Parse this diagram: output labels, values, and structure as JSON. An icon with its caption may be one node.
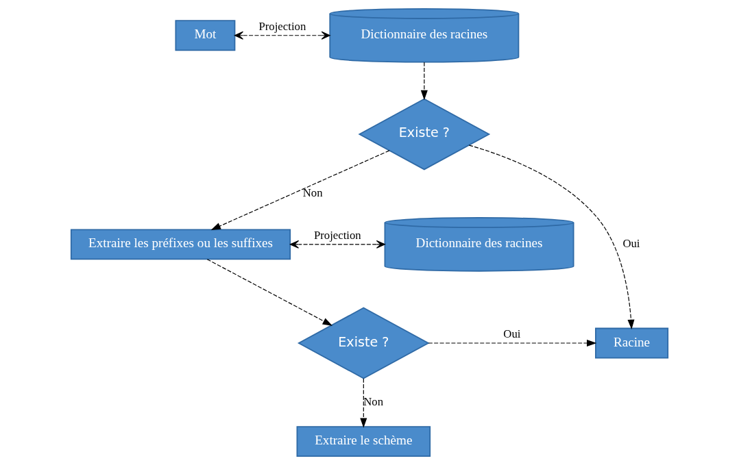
{
  "diagram": {
    "nodes": [
      {
        "text": [
          "Mot"
        ]
      },
      {
        "text": [
          "Dictionnaire des racines"
        ]
      },
      {
        "text": [
          "Existe ?"
        ]
      },
      {
        "text": [
          "Dictionnaire des racines"
        ]
      },
      {
        "text": [
          "Extraire les préfixes ou les suffixes"
        ]
      },
      {
        "text": [
          "Existe ?"
        ]
      },
      {
        "text": [
          "Racine"
        ]
      },
      {
        "text": [
          "Extraire le schème"
        ]
      }
    ],
    "edges": [
      {
        "from": 0,
        "to": 1,
        "arrow": "both",
        "label": "Projection",
        "style": "dashed"
      },
      {
        "from": 1,
        "to": 2,
        "arrow": "to",
        "style": "dashed"
      },
      {
        "from": 2,
        "to": 4,
        "arrow": "to",
        "label": "Non",
        "style": "dashed"
      },
      {
        "from": 2,
        "to": 6,
        "arrow": "to",
        "label": "Oui",
        "style": "dashed"
      },
      {
        "from": 3,
        "to": 4,
        "arrow": "both",
        "label": "Projection",
        "style": "dashed"
      },
      {
        "from": 4,
        "to": 5,
        "arrow": "to",
        "style": "dashed"
      },
      {
        "from": 5,
        "to": 7,
        "arrow": "to",
        "label": "Non",
        "style": "dashed"
      },
      {
        "from": 5,
        "to": 6,
        "arrow": "to",
        "label": "Oui",
        "style": "dashed"
      }
    ]
  }
}
